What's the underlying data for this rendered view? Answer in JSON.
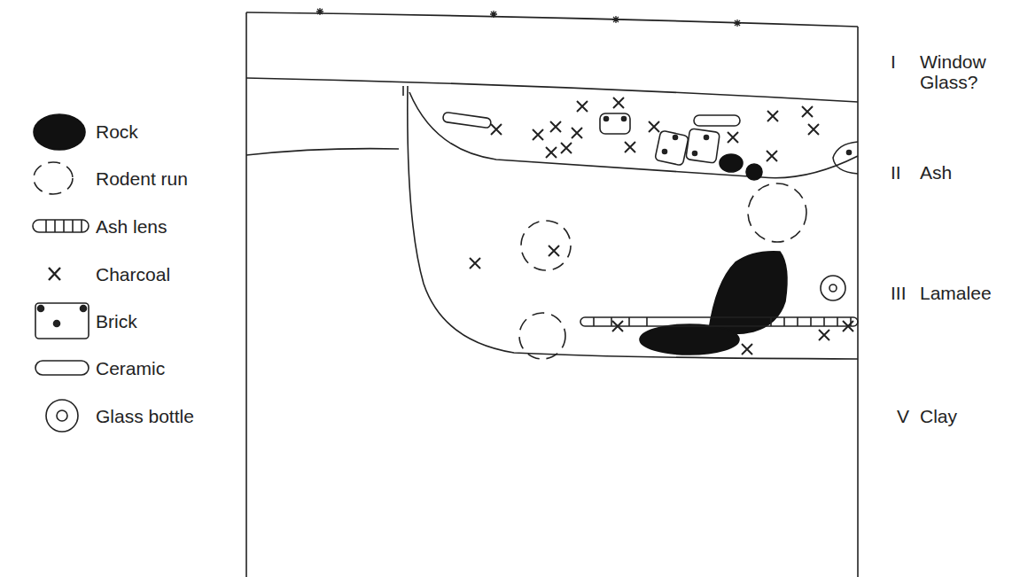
{
  "diagram": {
    "labels": [
      "I",
      "Window Glass?",
      "II",
      "Ash",
      "III",
      "Lamalee",
      "V",
      "Clay"
    ],
    "legend": [
      {
        "text": "Rock"
      },
      {
        "text": "Rodent run"
      },
      {
        "text": "Ash lens"
      },
      {
        "text": "Charcoal"
      },
      {
        "text": "Brick"
      },
      {
        "text": "Ceramic"
      },
      {
        "text": "Glass bottle"
      }
    ]
  }
}
